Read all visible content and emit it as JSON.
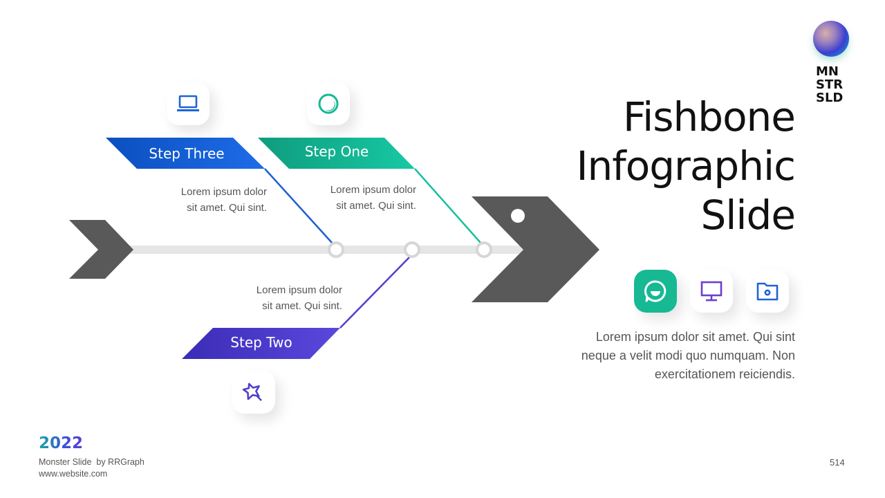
{
  "slide": {
    "title_lines": [
      "Fishbone",
      "Infographic",
      "Slide"
    ],
    "body_lines": [
      "Lorem ipsum dolor sit amet. Qui sint",
      "neque a velit modi quo numquam. Non",
      "exercitationem reiciendis."
    ],
    "page_number": "514"
  },
  "logo": {
    "lines": [
      "MN",
      "STR",
      "SLD"
    ]
  },
  "footer": {
    "year": "2022",
    "credit": "Monster Slide  by RRGraph",
    "website": "www.website.com"
  },
  "steps": [
    {
      "id": "three",
      "label": "Step Three",
      "desc_lines": [
        "Lorem ipsum dolor",
        "sit amet. Qui sint."
      ],
      "icon": "laptop-icon",
      "color": "#1e63d8",
      "color_dark": "#0b4fbf"
    },
    {
      "id": "one",
      "label": "Step One",
      "desc_lines": [
        "Lorem ipsum dolor",
        "sit amet. Qui sint."
      ],
      "icon": "moon-circle-icon",
      "color": "#16c4a0",
      "color_dark": "#0e9c7e"
    },
    {
      "id": "two",
      "label": "Step Two",
      "desc_lines": [
        "Lorem ipsum dolor",
        "sit amet. Qui sint."
      ],
      "icon": "magic-star-icon",
      "color": "#5a46d6",
      "color_dark": "#3b2cb6"
    }
  ],
  "feature_icons": [
    {
      "icon": "chat-smile-icon",
      "active": true,
      "color": "#17b894"
    },
    {
      "icon": "monitor-icon",
      "active": false,
      "color": "#6a3fd0"
    },
    {
      "icon": "folder-settings-icon",
      "active": false,
      "color": "#1e63d8"
    }
  ],
  "colors": {
    "spine": "#e6e6e6",
    "node_ring": "#d6d6d6",
    "arrow": "#595959"
  }
}
